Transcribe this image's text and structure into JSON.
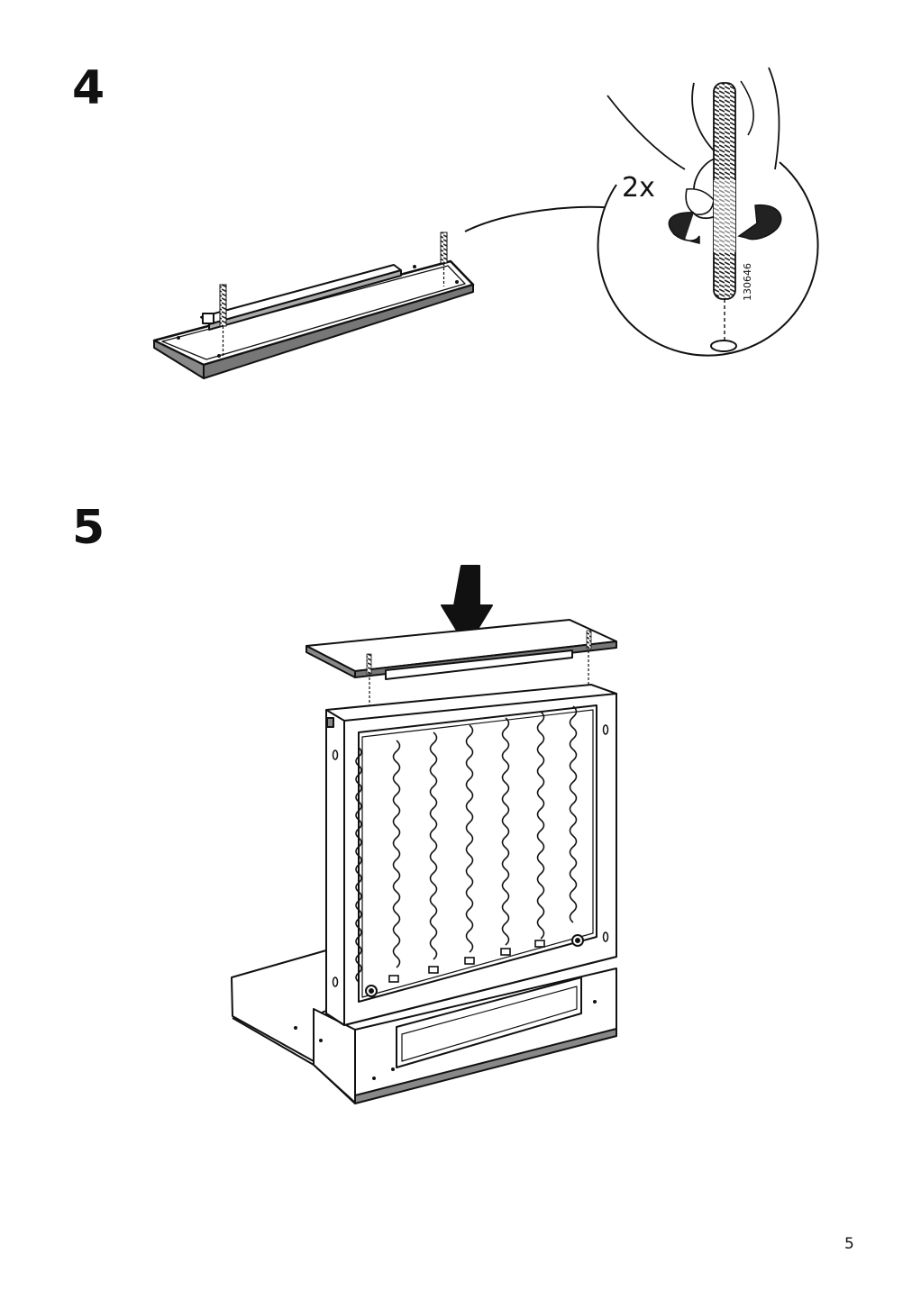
{
  "steps": [
    {
      "number": "4",
      "count_label": "2x",
      "part_code": "130646"
    },
    {
      "number": "5"
    }
  ],
  "page_number": "5"
}
